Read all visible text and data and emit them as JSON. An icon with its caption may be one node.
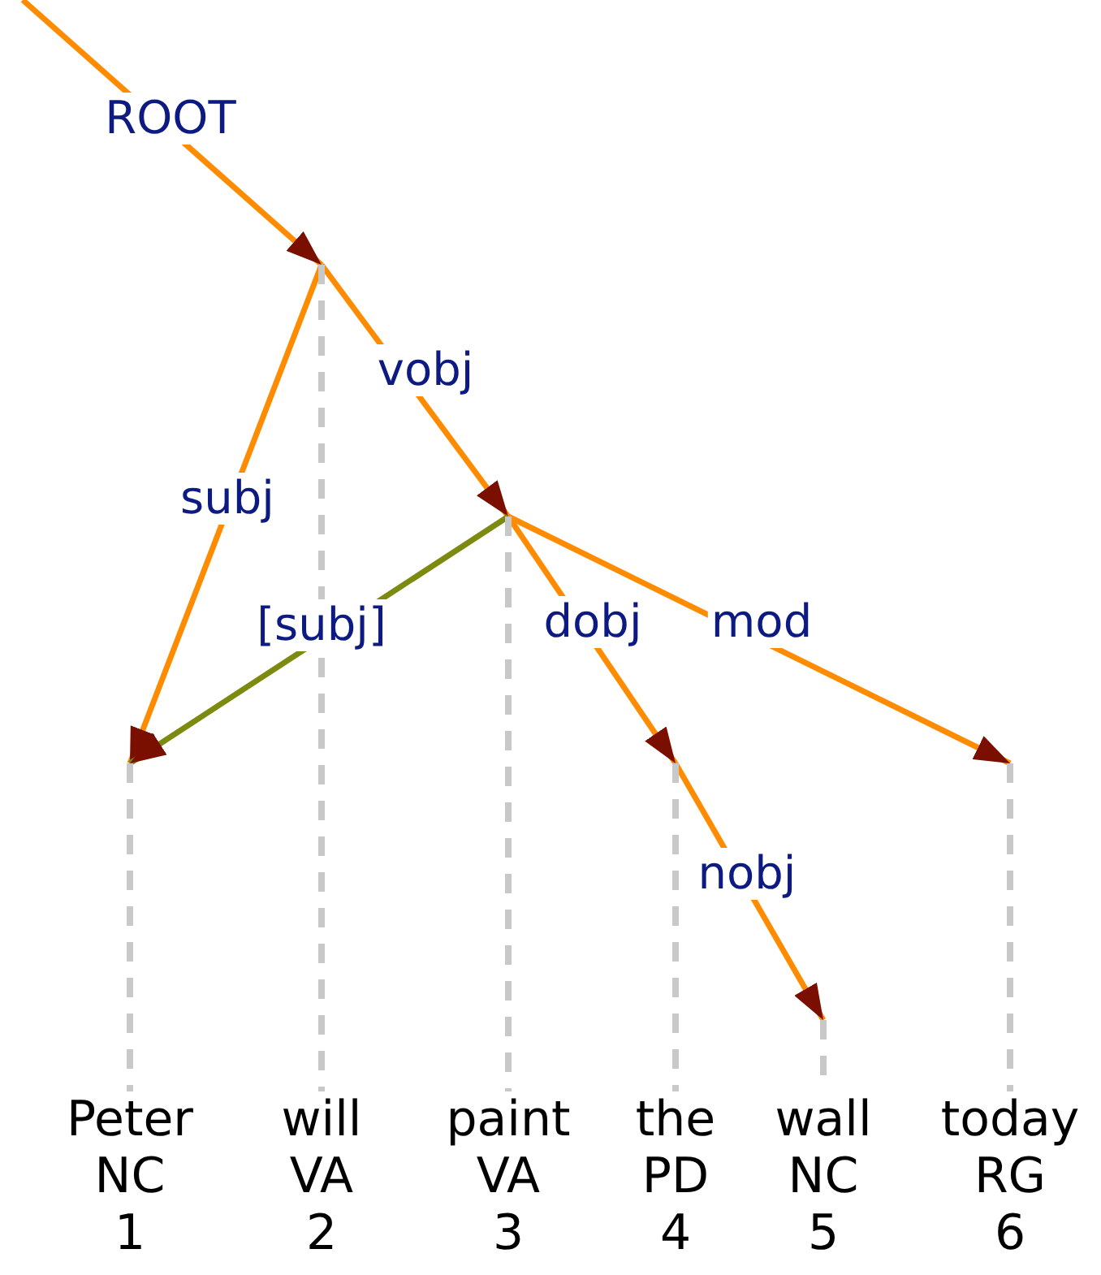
{
  "diagram": {
    "nodes": [
      {
        "text": [
          "Peter",
          "NC",
          "1"
        ]
      },
      {
        "text": [
          "will",
          "VA",
          "2"
        ]
      },
      {
        "text": [
          "paint",
          "VA",
          "3"
        ]
      },
      {
        "text": [
          "the",
          "PD",
          "4"
        ]
      },
      {
        "text": [
          "wall",
          "NC",
          "5"
        ]
      },
      {
        "text": [
          "today",
          "RG",
          "6"
        ]
      }
    ],
    "edges": [
      {
        "from": null,
        "to": 1,
        "arrow": "to",
        "label": "ROOT"
      },
      {
        "from": 1,
        "to": 0,
        "arrow": "to",
        "label": "subj"
      },
      {
        "from": 1,
        "to": 2,
        "arrow": "to",
        "label": "vobj"
      },
      {
        "from": 2,
        "to": 0,
        "arrow": "to",
        "label": "[subj]",
        "color": "#7d8a10"
      },
      {
        "from": 2,
        "to": 3,
        "arrow": "to",
        "label": "dobj"
      },
      {
        "from": 3,
        "to": 4,
        "arrow": "to",
        "label": "nobj"
      },
      {
        "from": 2,
        "to": 5,
        "arrow": "to",
        "label": "mod"
      }
    ]
  }
}
